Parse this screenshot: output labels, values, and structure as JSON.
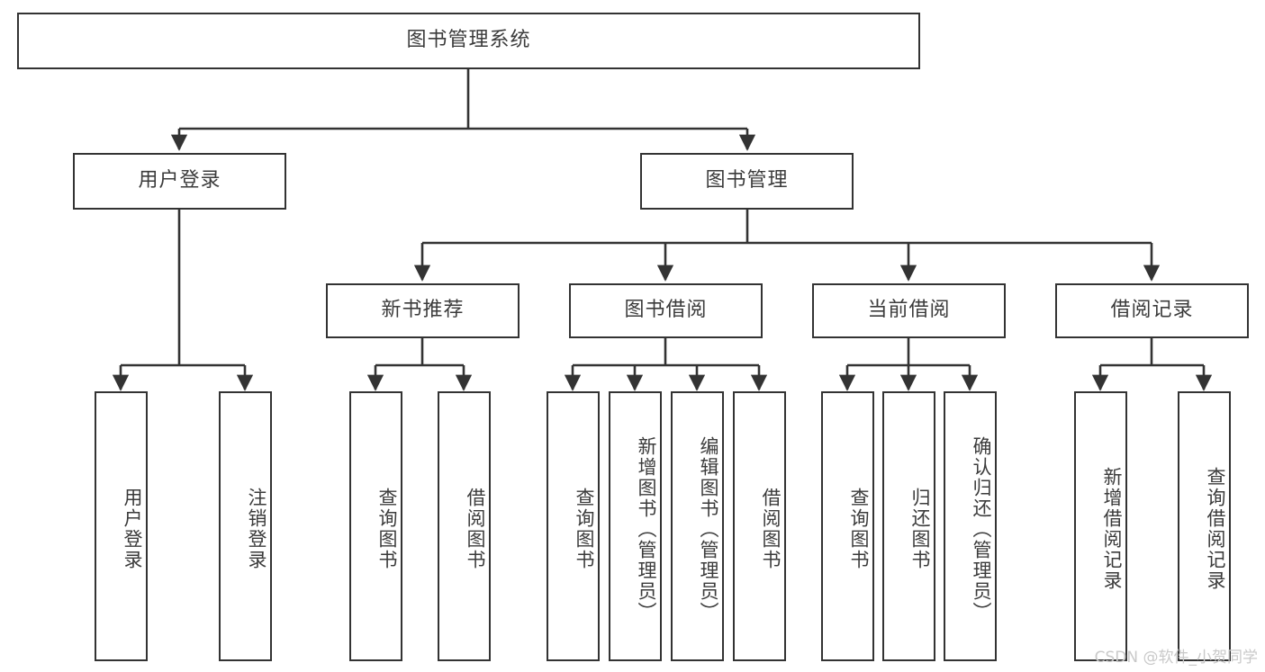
{
  "diagram": {
    "title": "图书管理系统",
    "watermark": "CSDN @软件_小贺同学",
    "colors": {
      "box_border": "#333333",
      "box_fill": "#ffffff",
      "edge": "#333333",
      "text": "#3b3b3b",
      "watermark": "#c9c9c9",
      "background": "#ffffff"
    },
    "levels": {
      "root": "图书管理系统",
      "level2": [
        "用户登录",
        "图书管理"
      ],
      "level3": [
        "新书推荐",
        "图书借阅",
        "当前借阅",
        "借阅记录"
      ]
    },
    "nodes": {
      "root": {
        "label": "图书管理系统"
      },
      "user_login": {
        "label": "用户登录"
      },
      "book_manage": {
        "label": "图书管理"
      },
      "new_book_rec": {
        "label": "新书推荐"
      },
      "book_borrow": {
        "label": "图书借阅"
      },
      "current_borrow": {
        "label": "当前借阅"
      },
      "borrow_record": {
        "label": "借阅记录"
      }
    },
    "leaves": {
      "user_login": [
        {
          "label": "用户登录"
        },
        {
          "label": "注销登录"
        }
      ],
      "new_book_rec": [
        {
          "label": "查询图书"
        },
        {
          "label": "借阅图书"
        }
      ],
      "book_borrow": [
        {
          "label": "查询图书"
        },
        {
          "label": "新增图书（管理员）"
        },
        {
          "label": "编辑图书（管理员）"
        },
        {
          "label": "借阅图书"
        }
      ],
      "current_borrow": [
        {
          "label": "查询图书"
        },
        {
          "label": "归还图书"
        },
        {
          "label": "确认归还（管理员）"
        }
      ],
      "borrow_record": [
        {
          "label": "新增借阅记录"
        },
        {
          "label": "查询借阅记录"
        }
      ]
    }
  }
}
